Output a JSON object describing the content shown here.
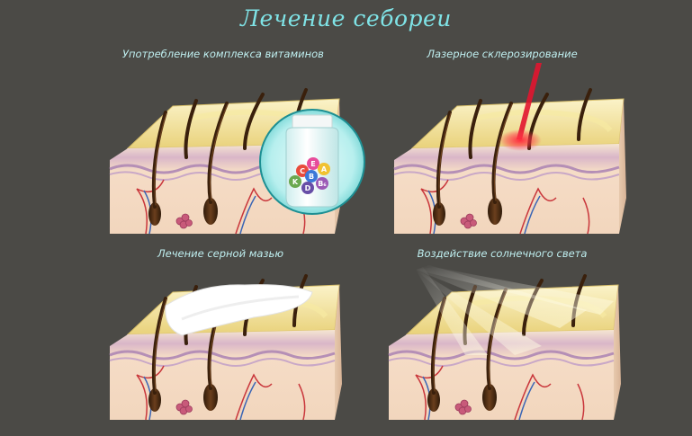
{
  "title": "Лечение себореи",
  "panels": [
    {
      "caption": "Употребление комплекса витаминов"
    },
    {
      "caption": "Лазерное склерозирование"
    },
    {
      "caption": "Лечение серной мазью"
    },
    {
      "caption": "Воздействие солнечного света"
    }
  ],
  "vitamin_jar": {
    "letters": [
      "E",
      "A",
      "C",
      "B",
      "K",
      "D",
      "B₆"
    ]
  },
  "colors": {
    "background": "#4b4a46",
    "title": "#7fe3e6",
    "caption": "#bfeff0",
    "skin_surface": "#f3e6a6",
    "skin_layer": "#f4d9c2",
    "hair": "#4a2a12",
    "laser": "#e1152f"
  }
}
